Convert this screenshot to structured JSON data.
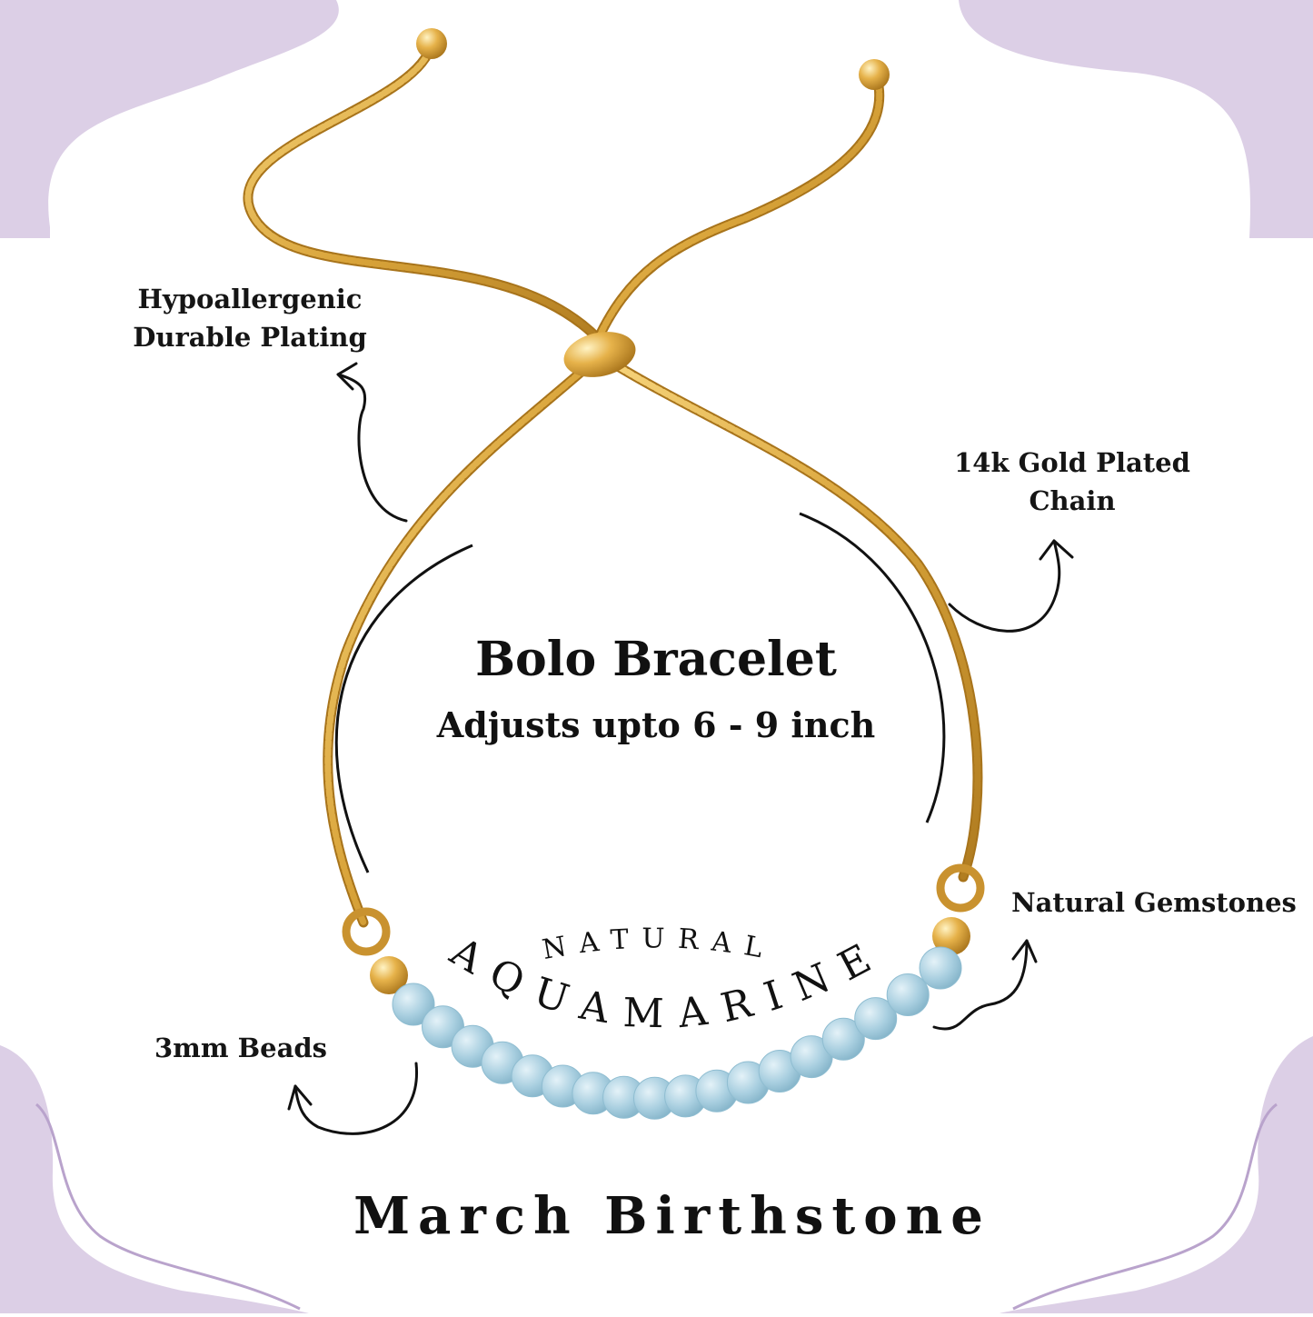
{
  "colors": {
    "lavender": "#dccfe6",
    "gold": "#d9a43a",
    "gold_light": "#f3c965",
    "bead": "#a9cfe0",
    "ink": "#111111"
  },
  "title": "Bolo Bracelet",
  "subtitle": "Adjusts upto 6 - 9 inch",
  "arc_text": {
    "top": "NATURAL",
    "bottom": "AQUAMARINE"
  },
  "callouts": {
    "hypoallergenic": {
      "line1": "Hypoallergenic",
      "line2": "Durable Plating"
    },
    "gold_chain": {
      "line1": "14k Gold Plated",
      "line2": "Chain"
    },
    "gemstones": "Natural Gemstones",
    "beads": "3mm Beads"
  },
  "footer": "March Birthstone"
}
